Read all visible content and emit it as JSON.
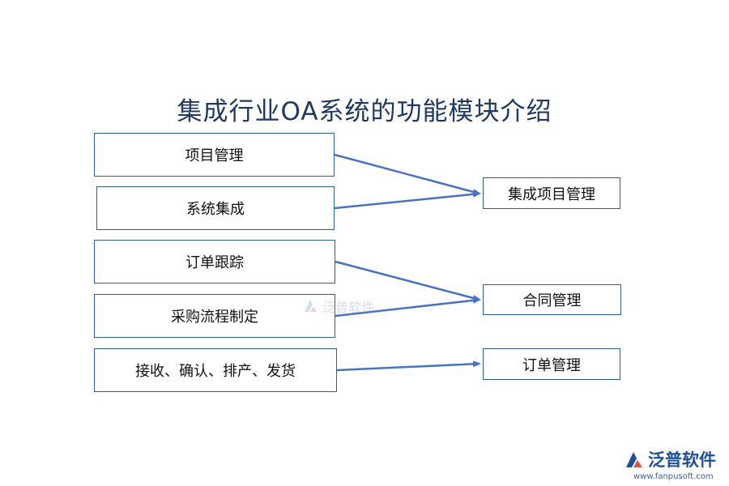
{
  "title": "集成行业OA系统的功能模块介绍",
  "left_boxes": [
    {
      "label": "项目管理"
    },
    {
      "label": "系统集成"
    },
    {
      "label": "订单跟踪"
    },
    {
      "label": "采购流程制定"
    },
    {
      "label": "接收、确认、排产、发货"
    }
  ],
  "right_boxes": [
    {
      "label": "集成项目管理"
    },
    {
      "label": "合同管理"
    },
    {
      "label": "订单管理"
    }
  ],
  "watermark": {
    "text": "泛普软件"
  },
  "logo": {
    "text": "泛普软件",
    "url": "www.fanpusoft.com"
  },
  "colors": {
    "title": "#1f3864",
    "border": "#2e5f8a",
    "arrow": "#4a72c4"
  }
}
